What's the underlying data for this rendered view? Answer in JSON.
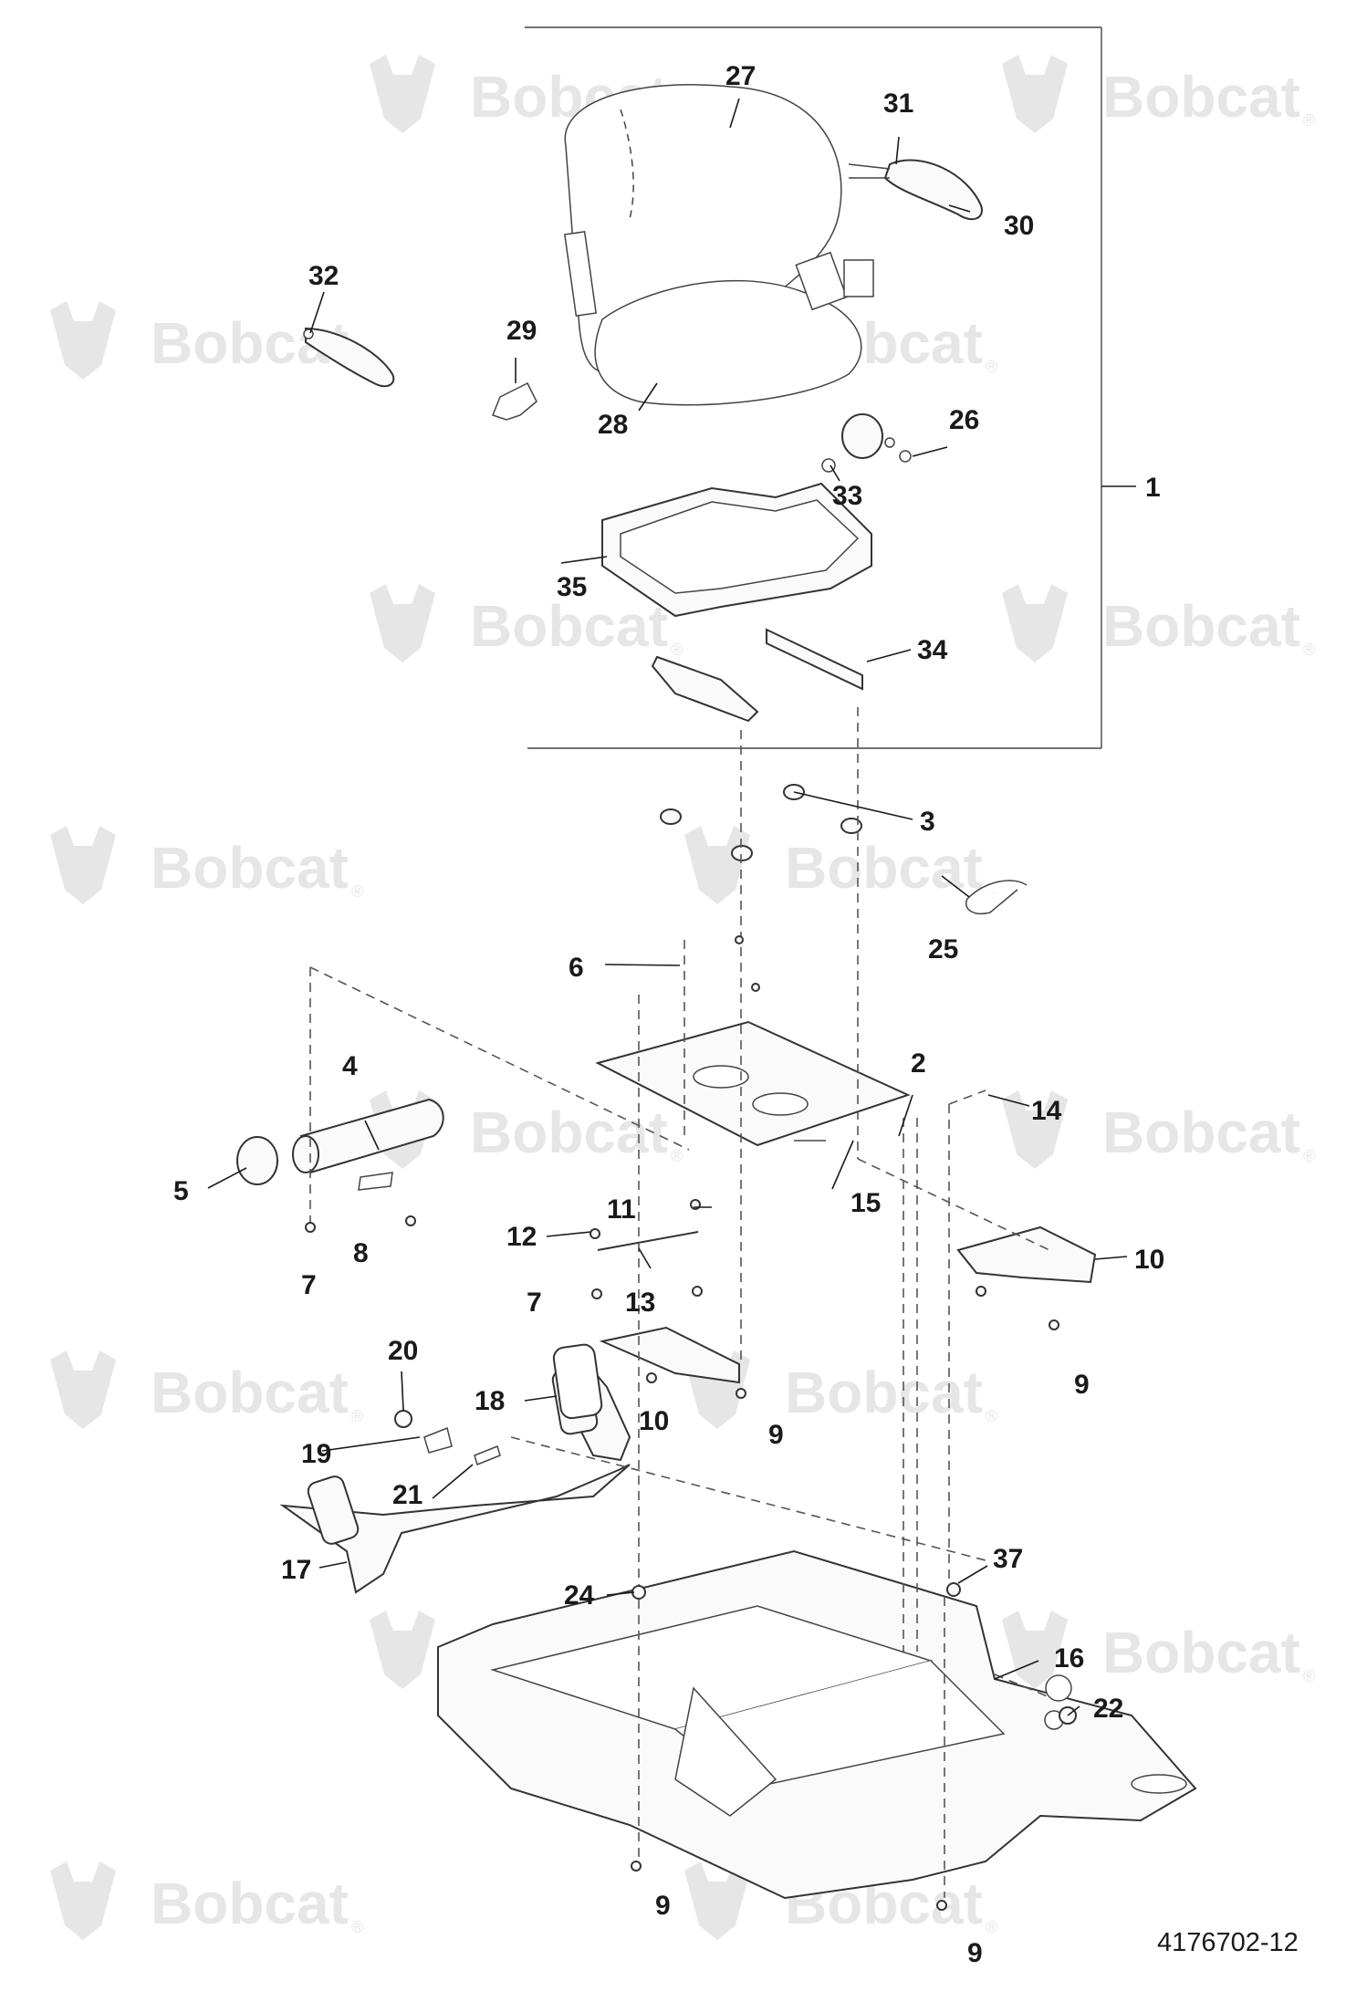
{
  "watermark": {
    "brand": "Bobcat",
    "mark": "®",
    "logo_icon": "bobcat-head-logo-icon",
    "color": "#e6e6e6"
  },
  "drawing_number": "4176702-12",
  "callouts": [
    {
      "id": "c1",
      "label": "1"
    },
    {
      "id": "c2",
      "label": "2"
    },
    {
      "id": "c3",
      "label": "3"
    },
    {
      "id": "c4",
      "label": "4"
    },
    {
      "id": "c5",
      "label": "5"
    },
    {
      "id": "c6",
      "label": "6"
    },
    {
      "id": "c7a",
      "label": "7"
    },
    {
      "id": "c7b",
      "label": "7"
    },
    {
      "id": "c8",
      "label": "8"
    },
    {
      "id": "c9a",
      "label": "9"
    },
    {
      "id": "c9b",
      "label": "9"
    },
    {
      "id": "c9c",
      "label": "9"
    },
    {
      "id": "c9d",
      "label": "9"
    },
    {
      "id": "c10a",
      "label": "10"
    },
    {
      "id": "c10b",
      "label": "10"
    },
    {
      "id": "c11",
      "label": "11"
    },
    {
      "id": "c12",
      "label": "12"
    },
    {
      "id": "c13",
      "label": "13"
    },
    {
      "id": "c14",
      "label": "14"
    },
    {
      "id": "c15",
      "label": "15"
    },
    {
      "id": "c16",
      "label": "16"
    },
    {
      "id": "c17",
      "label": "17"
    },
    {
      "id": "c18",
      "label": "18"
    },
    {
      "id": "c19",
      "label": "19"
    },
    {
      "id": "c20",
      "label": "20"
    },
    {
      "id": "c21",
      "label": "21"
    },
    {
      "id": "c22",
      "label": "22"
    },
    {
      "id": "c24",
      "label": "24"
    },
    {
      "id": "c25",
      "label": "25"
    },
    {
      "id": "c26",
      "label": "26"
    },
    {
      "id": "c27",
      "label": "27"
    },
    {
      "id": "c28",
      "label": "28"
    },
    {
      "id": "c29",
      "label": "29"
    },
    {
      "id": "c30",
      "label": "30"
    },
    {
      "id": "c31",
      "label": "31"
    },
    {
      "id": "c32",
      "label": "32"
    },
    {
      "id": "c33",
      "label": "33"
    },
    {
      "id": "c34",
      "label": "34"
    },
    {
      "id": "c35",
      "label": "35"
    },
    {
      "id": "c37",
      "label": "37"
    }
  ]
}
